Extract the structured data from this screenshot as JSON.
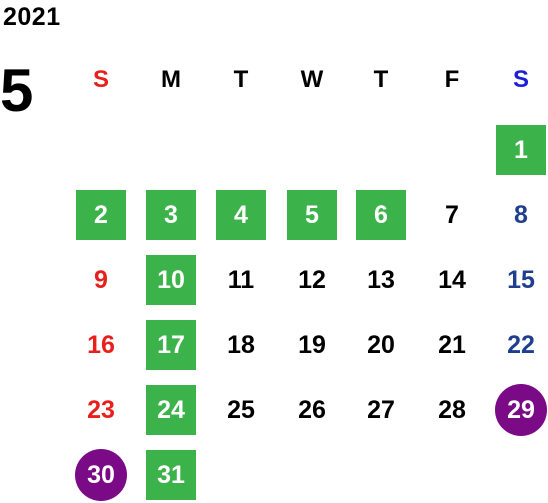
{
  "calendar": {
    "year": "2021",
    "month": "5",
    "weekdays": [
      "S",
      "M",
      "T",
      "W",
      "T",
      "F",
      "S"
    ],
    "weeks": [
      [
        null,
        null,
        null,
        null,
        null,
        null,
        {
          "label": "1",
          "mark": "green"
        }
      ],
      [
        {
          "label": "2",
          "mark": "green"
        },
        {
          "label": "3",
          "mark": "green"
        },
        {
          "label": "4",
          "mark": "green"
        },
        {
          "label": "5",
          "mark": "green"
        },
        {
          "label": "6",
          "mark": "green"
        },
        {
          "label": "7",
          "mark": "none"
        },
        {
          "label": "8",
          "mark": "none"
        }
      ],
      [
        {
          "label": "9",
          "mark": "none"
        },
        {
          "label": "10",
          "mark": "green"
        },
        {
          "label": "11",
          "mark": "none"
        },
        {
          "label": "12",
          "mark": "none"
        },
        {
          "label": "13",
          "mark": "none"
        },
        {
          "label": "14",
          "mark": "none"
        },
        {
          "label": "15",
          "mark": "none"
        }
      ],
      [
        {
          "label": "16",
          "mark": "none"
        },
        {
          "label": "17",
          "mark": "green"
        },
        {
          "label": "18",
          "mark": "none"
        },
        {
          "label": "19",
          "mark": "none"
        },
        {
          "label": "20",
          "mark": "none"
        },
        {
          "label": "21",
          "mark": "none"
        },
        {
          "label": "22",
          "mark": "none"
        }
      ],
      [
        {
          "label": "23",
          "mark": "none"
        },
        {
          "label": "24",
          "mark": "green"
        },
        {
          "label": "25",
          "mark": "none"
        },
        {
          "label": "26",
          "mark": "none"
        },
        {
          "label": "27",
          "mark": "none"
        },
        {
          "label": "28",
          "mark": "none"
        },
        {
          "label": "29",
          "mark": "purple"
        }
      ],
      [
        {
          "label": "30",
          "mark": "purple"
        },
        {
          "label": "31",
          "mark": "green"
        },
        null,
        null,
        null,
        null,
        null
      ]
    ]
  },
  "colors": {
    "green_mark": "#3cb34a",
    "purple_mark": "#7b0a86",
    "sunday_text": "#e8201c",
    "saturday_text": "#1f3f8e",
    "saturday_header": "#1e1ed6",
    "weekday_text": "#000000"
  }
}
